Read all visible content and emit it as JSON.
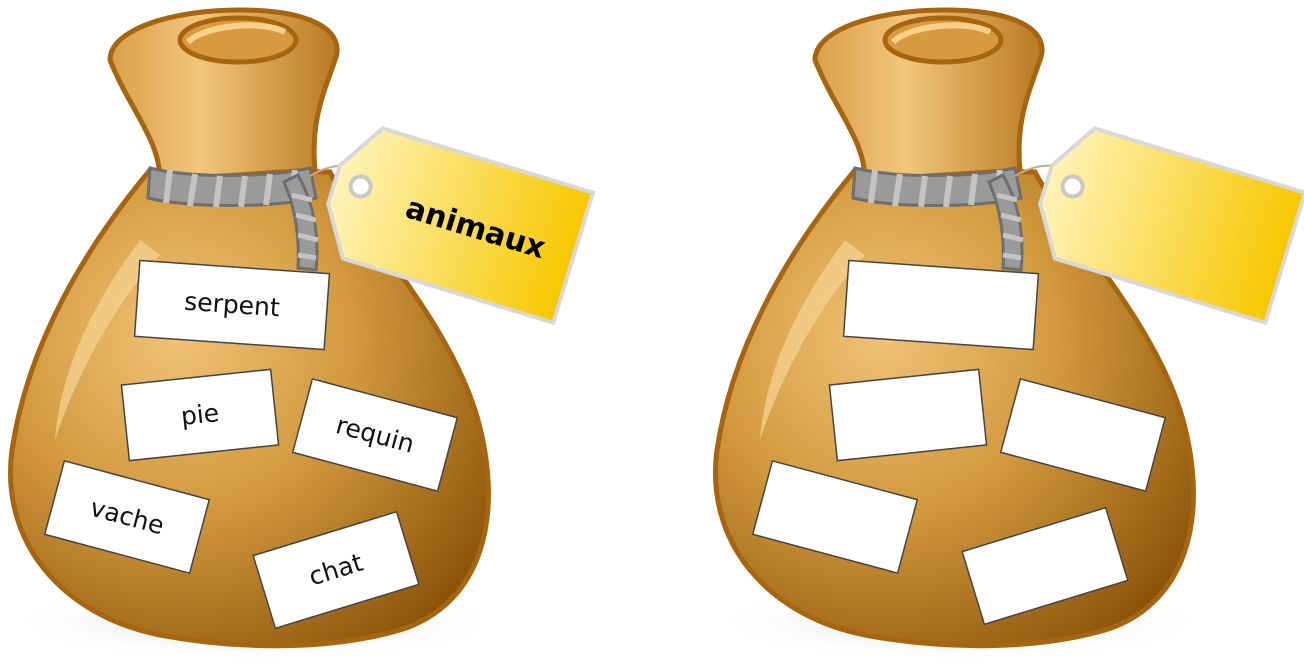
{
  "left_bag": {
    "tag_label": "animaux",
    "cards": [
      "serpent",
      "pie",
      "requin",
      "vache",
      "chat"
    ]
  },
  "right_bag": {
    "tag_label": "",
    "cards": [
      "",
      "",
      "",
      "",
      ""
    ]
  },
  "colors": {
    "bag_light": "#e8b25c",
    "bag_mid": "#c98a2e",
    "bag_dark": "#8a5208",
    "bag_outline": "#a8650f",
    "tag_light": "#fff1a8",
    "tag_dark": "#f5c400",
    "rope": "#9a9a9a",
    "card": "#ffffff"
  }
}
